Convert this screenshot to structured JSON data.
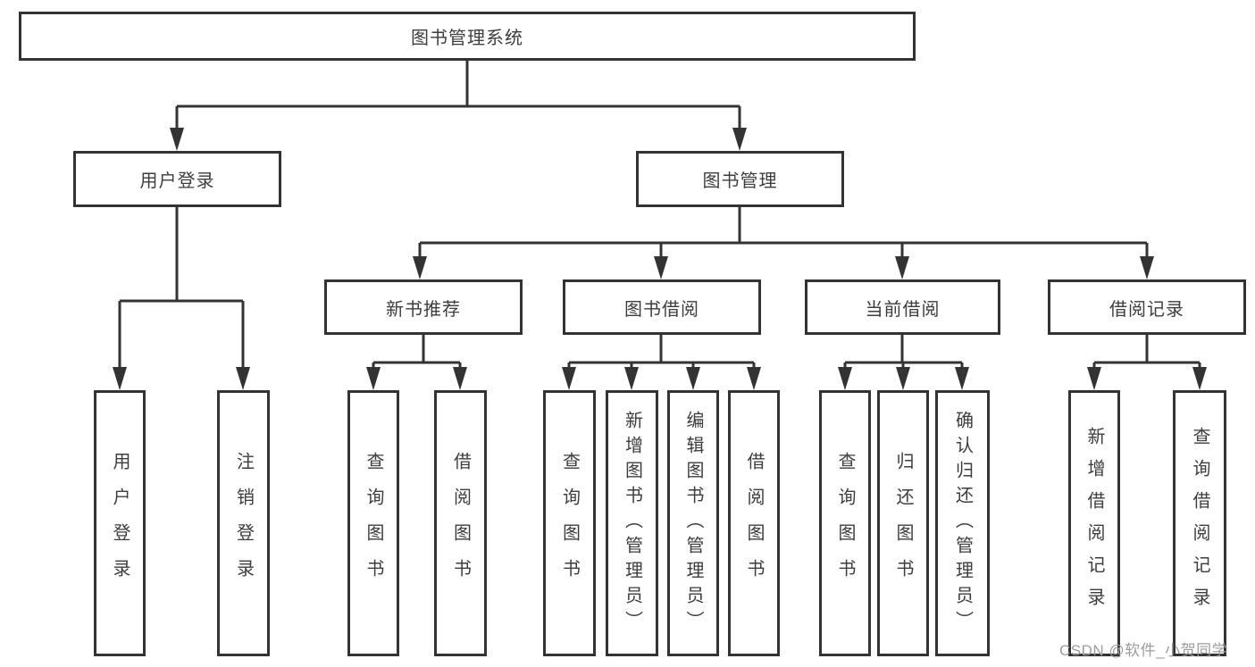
{
  "colors": {
    "line": "#333333",
    "box_border": "#333333",
    "text": "#3d3d3d",
    "background": "#ffffff",
    "watermark": "#9c9c9c"
  },
  "watermark": {
    "text": "CSDN @软件_小贺同学"
  },
  "diagram": {
    "type": "hierarchy-tree",
    "title": "图书管理系统",
    "branches": [
      {
        "label": "用户登录",
        "children": [
          {
            "label": "用户登录"
          },
          {
            "label": "注销登录"
          }
        ]
      },
      {
        "label": "图书管理",
        "children": [
          {
            "label": "新书推荐",
            "children": [
              {
                "label": "查询图书"
              },
              {
                "label": "借阅图书"
              }
            ]
          },
          {
            "label": "图书借阅",
            "children": [
              {
                "label": "查询图书"
              },
              {
                "label": "新增图书（管理员）"
              },
              {
                "label": "编辑图书（管理员）"
              },
              {
                "label": "借阅图书"
              }
            ]
          },
          {
            "label": "当前借阅",
            "children": [
              {
                "label": "查询图书"
              },
              {
                "label": "归还图书"
              },
              {
                "label": "确认归还（管理员）"
              }
            ]
          },
          {
            "label": "借阅记录",
            "children": [
              {
                "label": "新增借阅记录"
              },
              {
                "label": "查询借阅记录"
              }
            ]
          }
        ]
      }
    ]
  }
}
